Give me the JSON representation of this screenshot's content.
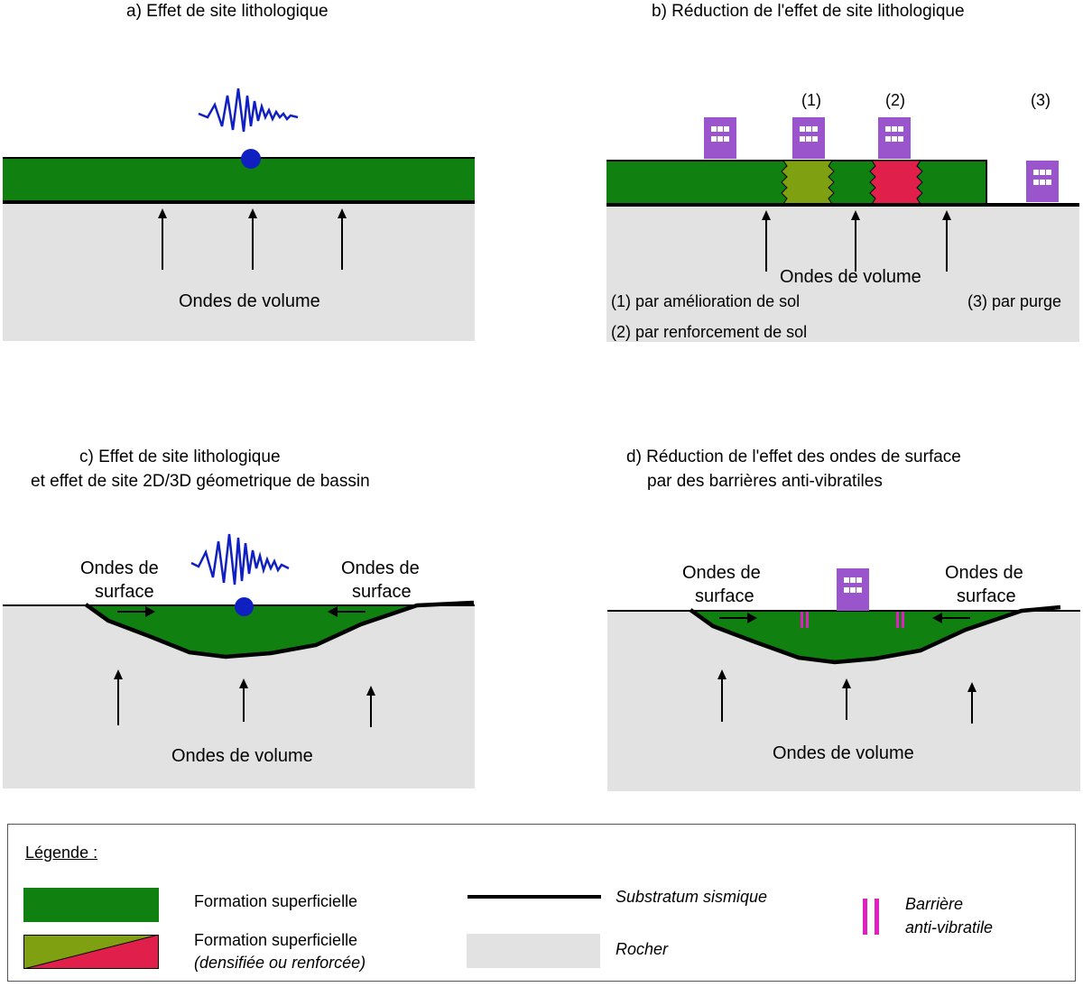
{
  "panel_a": {
    "title": "a) Effet de site lithologique",
    "volume_label": "Ondes de volume"
  },
  "panel_b": {
    "title": "b) Réduction de l'effet de site lithologique",
    "marker_1": "(1)",
    "marker_2": "(2)",
    "marker_3": "(3)",
    "volume_label": "Ondes de volume",
    "note_1": "(1) par amélioration de sol",
    "note_2": "(2) par renforcement de sol",
    "note_3": "(3) par purge"
  },
  "panel_c": {
    "title_line1": "c) Effet de site lithologique",
    "title_line2": "et effet de site 2D/3D géometrique de bassin",
    "surface_left_1": "Ondes de",
    "surface_left_2": "surface",
    "surface_right_1": "Ondes de",
    "surface_right_2": "surface",
    "volume_label": "Ondes de volume"
  },
  "panel_d": {
    "title_line1": "d) Réduction de l'effet des ondes de surface",
    "title_line2": "par des barrières anti-vibratiles",
    "surface_left_1": "Ondes de",
    "surface_left_2": "surface",
    "surface_right_1": "Ondes de",
    "surface_right_2": "surface",
    "volume_label": "Ondes de volume"
  },
  "legend": {
    "heading": "Légende :",
    "formation": "Formation superficielle",
    "formation_treated_1": "Formation superficielle",
    "formation_treated_2": "(densifiée ou renforcée)",
    "substratum": "Substratum sismique",
    "rock": "Rocher",
    "barrier_1": "Barrière",
    "barrier_2": "anti-vibratile"
  },
  "colors": {
    "formation_green": "#108010",
    "densified_olive": "#7fa010",
    "reinforced_red": "#e0204a",
    "rock_gray": "#e2e2e2",
    "building_purple": "#9a55cd",
    "barrier_magenta": "#e020c0",
    "seismogram_blue": "#1020c0"
  }
}
